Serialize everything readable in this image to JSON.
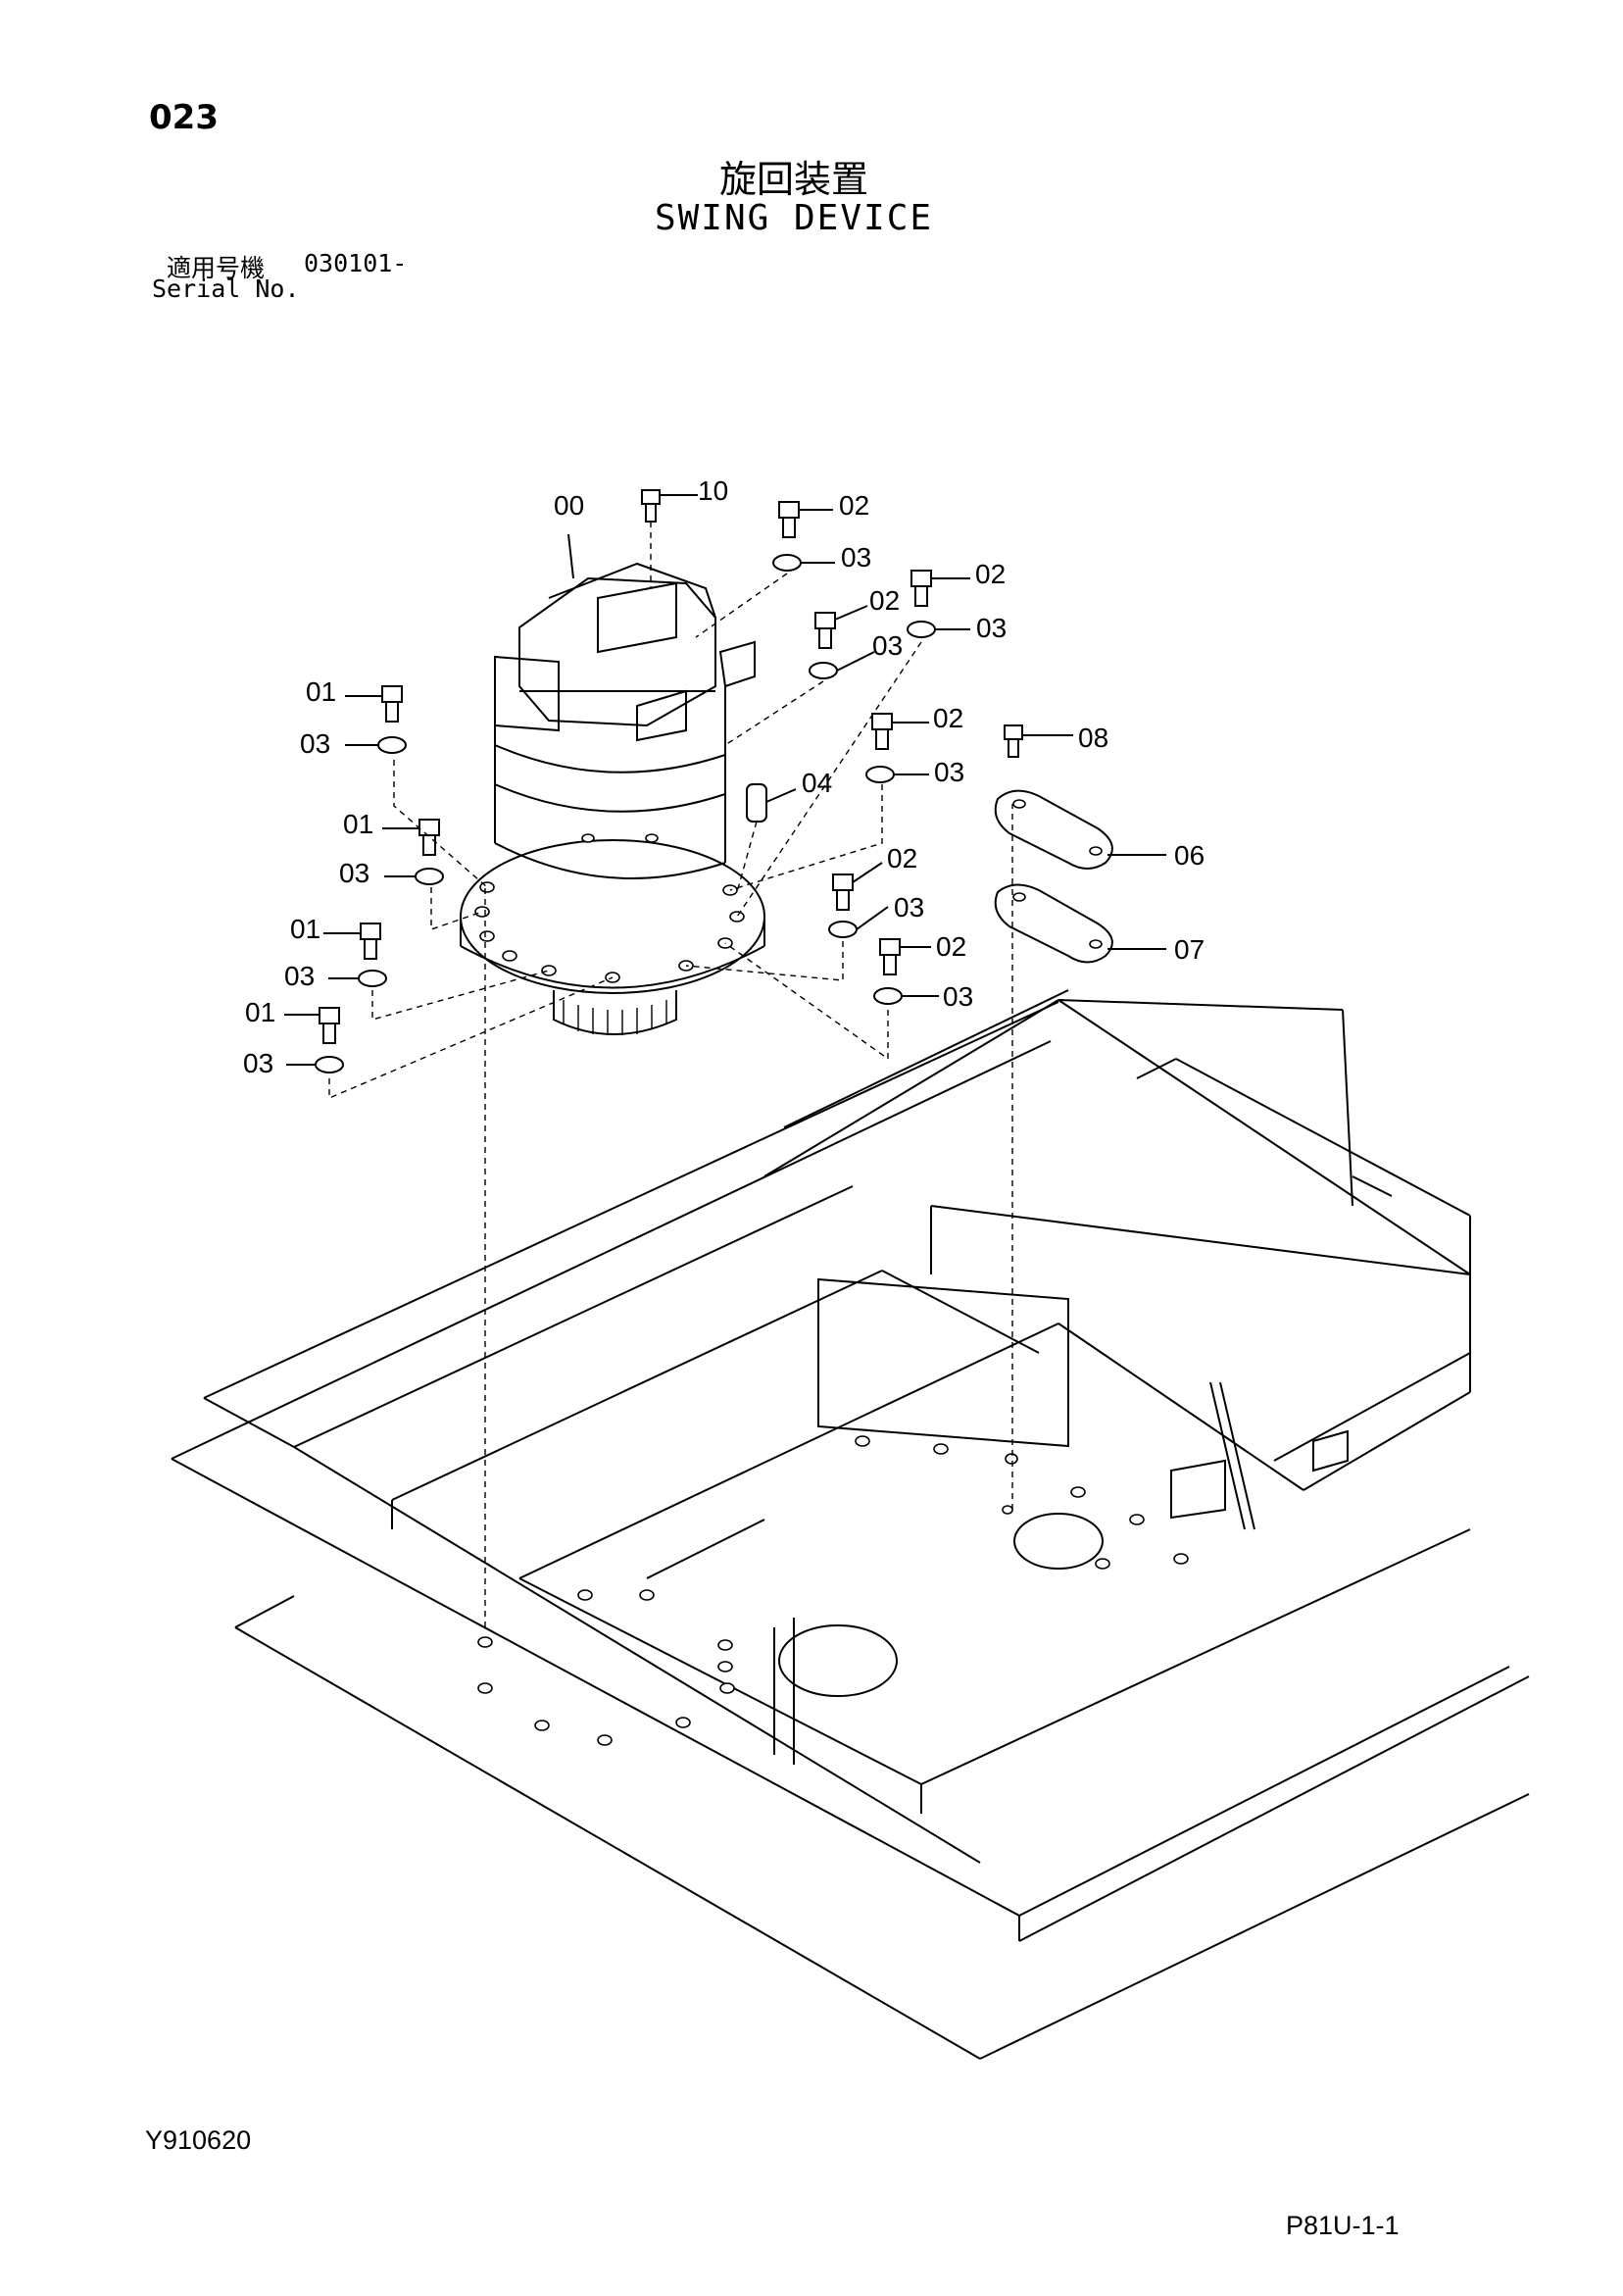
{
  "header": {
    "page_number": "023",
    "title_jp": "旋回装置",
    "title_en": "SWING DEVICE",
    "serial_label_jp": "適用号機",
    "serial_value": "030101-",
    "serial_label_en": "Serial No."
  },
  "callouts": {
    "c00": "00",
    "c10": "10",
    "c02a": "02",
    "c03a": "03",
    "c02b": "02",
    "c02c": "02",
    "c03b": "03",
    "c03c": "03",
    "c01a": "01",
    "c03d": "03",
    "c02d": "02",
    "c08": "08",
    "c03e": "03",
    "c04": "04",
    "c01b": "01",
    "c06": "06",
    "c03f": "03",
    "c02e": "02",
    "c01c": "01",
    "c03g": "03",
    "c07": "07",
    "c03h": "03",
    "c02f": "02",
    "c01d": "01",
    "c03i": "03",
    "c03j": "03"
  },
  "footer": {
    "drawing_code": "Y910620",
    "sheet_code": "P81U-1-1"
  }
}
